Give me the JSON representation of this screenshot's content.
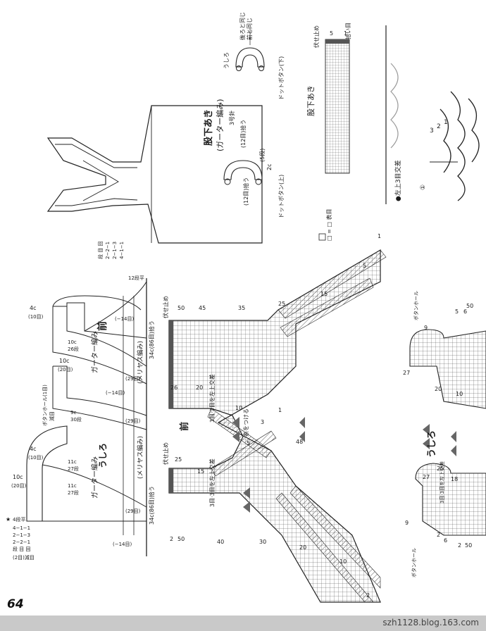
{
  "page_number": "64",
  "footer_url": "szh1128.blog.163.com",
  "top_overview": {
    "title": "股下あき",
    "subtitle": "(ガーター編み)",
    "rows": "3号針",
    "button_top_label": "ドットボタン(上)",
    "button_bottom_label": "ドットボタン(下)",
    "back_label": "うしろ",
    "same_as_front": "前と同じ",
    "same_as_back": "後ろと同じ",
    "pickup_12": "(12目)拾う",
    "pickup_12b": "(12目)拾う",
    "dim_2c": "2c",
    "dim_5r": "(5段)",
    "dim_12s": "(12目)"
  },
  "crotch_chart": {
    "title": "股下あき",
    "bind_off": "伏せ止め",
    "pick_up": "拾い目",
    "mark_5": "5",
    "mark_1": "1"
  },
  "cable": {
    "title": "●左上3目交差",
    "step": "①",
    "nums": [
      "3",
      "2",
      "1"
    ]
  },
  "schematic": {
    "front_label": "前",
    "back_label": "うしろ",
    "garter_label": "ガーター編み",
    "stockinette_label": "(メリヤス編み)",
    "stockinette_label2": "(メリヤス編み)",
    "width_34c": "34c(86目)拾う",
    "width_34c_b": "34c(86目)拾う",
    "dim_4c": "4c",
    "dim_10m": "(10目)",
    "dim_10c": "10c",
    "dim_20m": "(20目)",
    "dim_4c_b": "4c",
    "dim_10m_b": "(10目)",
    "dim_10c_b": "10c",
    "dim_20m_b": "(20目)",
    "buttonhole": "ボタンホール(1目)",
    "decrease_note": "減目",
    "decrease_14": "(−14目)",
    "decrease_14b": "(−14目)",
    "decrease_14c": "(−14目)",
    "rows_29": "(29目)",
    "rows_29b": "(29目)",
    "rows_29c": "(29目)",
    "side_12": "12段平",
    "side_seq1": "4−1−1",
    "side_seq2": "2−1−3",
    "side_seq3": "2−2−1",
    "side_seq4": "段 目 回",
    "side_note": "(2目)減目",
    "star": "★",
    "star_note": "4段平",
    "c11": "11c",
    "r27": "27段",
    "c9": "9c",
    "r30": "30段",
    "c11b": "11c",
    "r27b": "27段",
    "c10": "10c",
    "r26": "26段"
  },
  "front_chart": {
    "label": "前",
    "bind_off_top": "伏せ止め",
    "bind_off_bottom": "伏せ止め",
    "cable_note": "3目·3目を左上交差",
    "thread_note": "糸をつける",
    "legend": "□ = □ 表目",
    "count_50": "50",
    "count_45": "45",
    "count_35": "35",
    "count_25": "25",
    "count_15": "15",
    "count_5": "5",
    "count_1": "1",
    "count_3": "3",
    "count_25b": "25",
    "count_15b": "15",
    "count_5b": "5",
    "row_26": "26",
    "row_20": "20",
    "row_10": "10",
    "row_1": "1",
    "row_48": "48",
    "row_40": "40",
    "row_30": "30",
    "row_20b": "20",
    "row_10b": "10",
    "row_2": "2",
    "row_50": "50",
    "row_2b": "2"
  },
  "back_chart": {
    "label": "うしろ",
    "buttonhole": "ボタンホール",
    "buttonhole_b": "ボタンホール",
    "cable_note": "3目·3目を左上交差",
    "n9": "9",
    "n27": "27",
    "n20": "20",
    "n10": "10",
    "n6": "6",
    "n5": "5",
    "n50": "50",
    "n9b": "9",
    "n27b": "27",
    "n25": "25",
    "n18": "18",
    "n2": "2",
    "n6b": "6",
    "n2b": "2",
    "n50b": "50"
  }
}
